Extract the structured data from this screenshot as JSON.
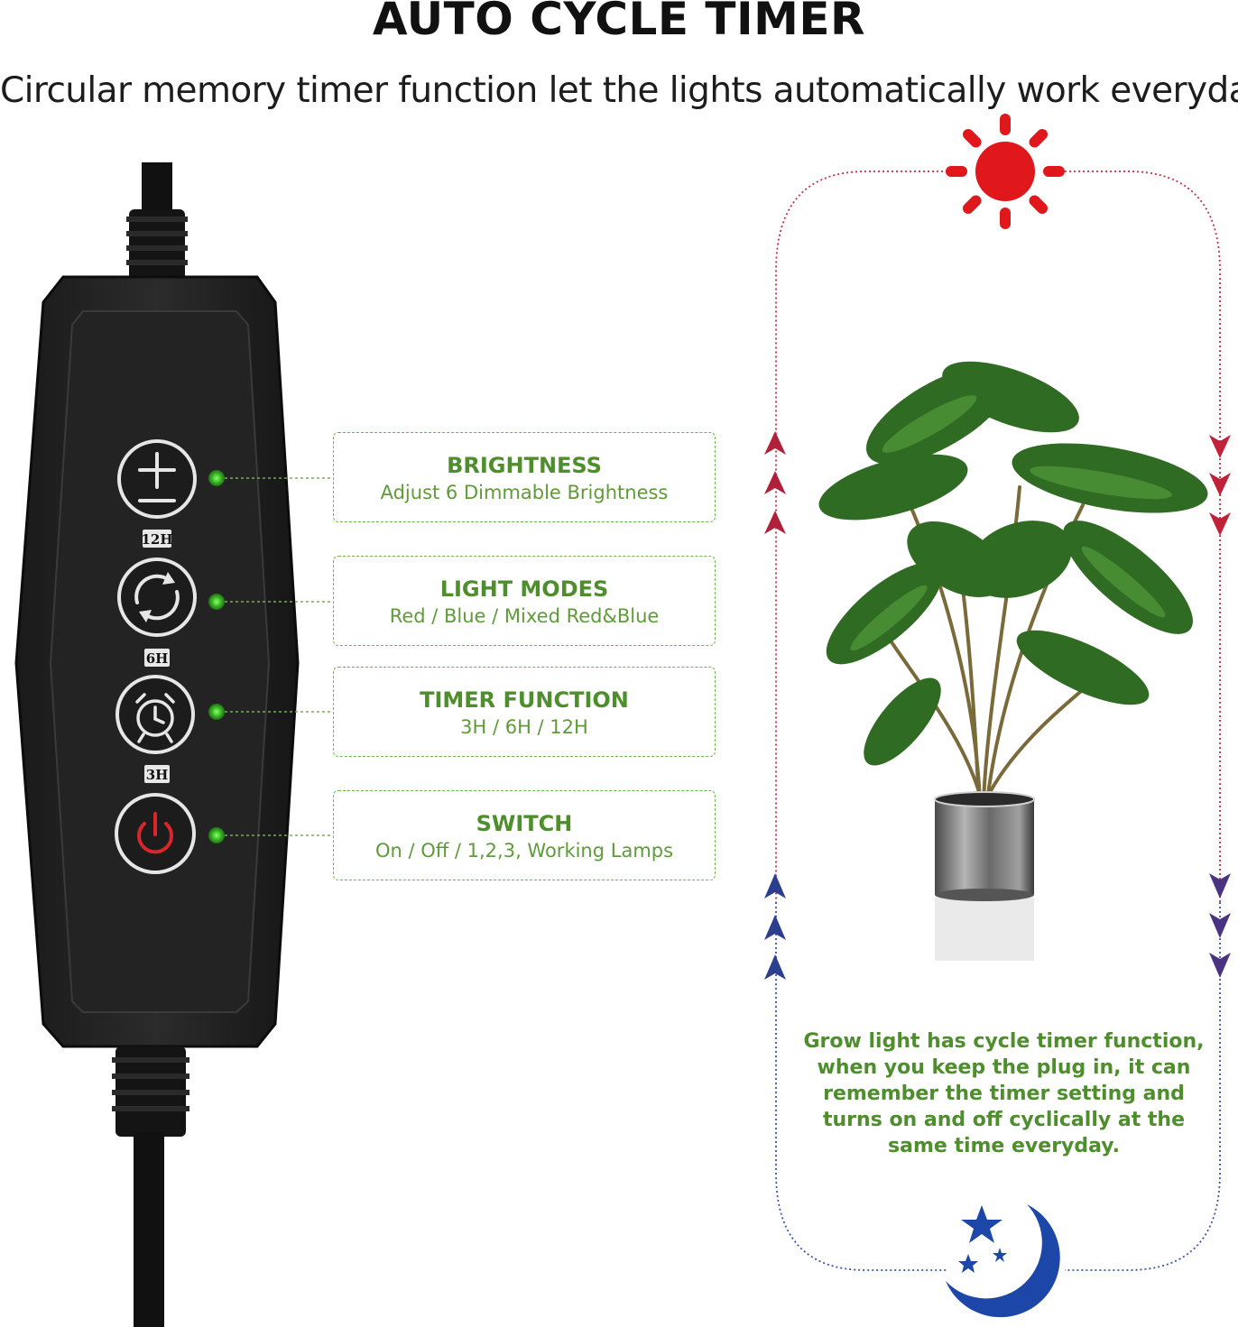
{
  "header": {
    "title": "AUTO CYCLE TIMER",
    "subtitle": "Circular memory timer function let the lights automatically work everyday"
  },
  "controller": {
    "timer_tags": [
      "12H",
      "6H",
      "3H"
    ],
    "buttons": [
      "plus-minus",
      "cycle",
      "alarm-clock",
      "power"
    ]
  },
  "features": [
    {
      "title": "BRIGHTNESS",
      "description": "Adjust 6 Dimmable Brightness"
    },
    {
      "title": "LIGHT MODES",
      "description": "Red / Blue / Mixed Red&Blue"
    },
    {
      "title": "TIMER FUNCTION",
      "description": "3H / 6H / 12H"
    },
    {
      "title": "SWITCH",
      "description": "On / Off / 1,2,3, Working Lamps"
    }
  ],
  "cycle": {
    "note": "Grow light has cycle timer function, when you keep the plug in, it can remember the timer setting and turns on and off cyclically at the same time everyday.",
    "day_icon": "sun-icon",
    "night_icon": "moon-stars-icon"
  },
  "colors": {
    "accent_green": "#4e8e2c",
    "led_green": "#3fbf2a",
    "sun_red": "#e0181c",
    "moon_blue": "#1c47a8",
    "arrow_red": "#b0203a",
    "arrow_blue": "#2c3f8e",
    "arrow_purple": "#4a3380",
    "power_red": "#d8262b"
  }
}
